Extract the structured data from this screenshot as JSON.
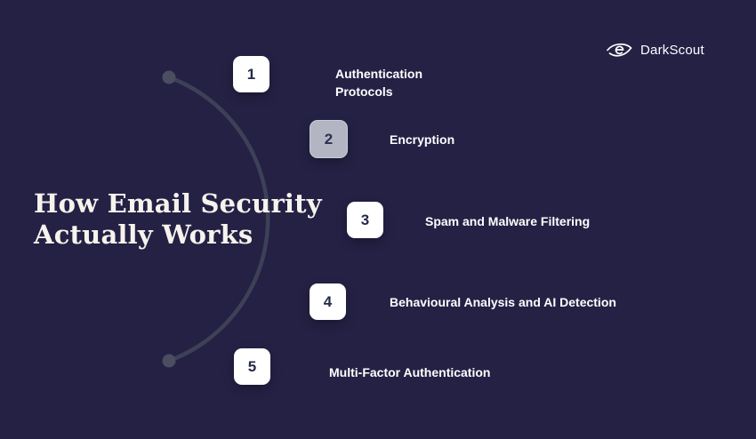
{
  "page": {
    "background_color": "#242145"
  },
  "brand": {
    "name": "DarkScout",
    "icon": "eye-swoosh-icon",
    "text_color": "#ffffff"
  },
  "title": {
    "line1": "How Email Security",
    "line2": "Actually Works",
    "color": "#f7f3ec"
  },
  "diagram": {
    "type": "numbered-arc-steps",
    "arc_color": "#3e4156",
    "endpoint_dot_color": "#4b4e60",
    "label_color": "#ffffff",
    "box_colors": {
      "default": "#ffffff",
      "highlighted": "#b3b6c2",
      "number_text": "#252a49"
    },
    "steps": [
      {
        "number": "1",
        "label": "Authentication Protocols",
        "box_style": "white"
      },
      {
        "number": "2",
        "label": "Encryption",
        "box_style": "gray"
      },
      {
        "number": "3",
        "label": "Spam and Malware Filtering",
        "box_style": "white"
      },
      {
        "number": "4",
        "label": "Behavioural Analysis and AI Detection",
        "box_style": "white"
      },
      {
        "number": "5",
        "label": "Multi-Factor Authentication",
        "box_style": "white"
      }
    ]
  }
}
